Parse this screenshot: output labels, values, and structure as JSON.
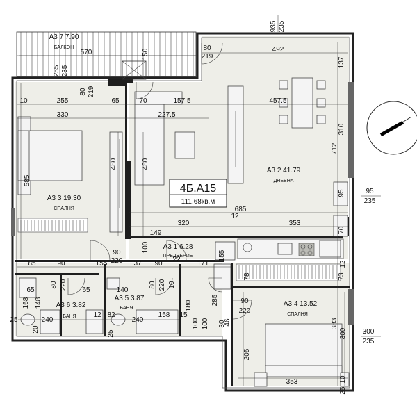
{
  "unit": {
    "id": "4Б.А15",
    "area": "111.68кв.м"
  },
  "rooms": [
    {
      "key": "balcony",
      "area": "А3 7 7.90",
      "name": "БАЛКОН"
    },
    {
      "key": "living",
      "area": "А3 2 41.79",
      "name": "ДНЕВНА"
    },
    {
      "key": "bedroom1",
      "area": "А3 3 19.30",
      "name": "СПАЛНЯ"
    },
    {
      "key": "hall",
      "area": "А3 1   6.28",
      "name": "ПРЕДВЕРИЕ"
    },
    {
      "key": "bath1",
      "area": "А3 6 3.82",
      "name": "БАНЯ"
    },
    {
      "key": "bath2",
      "area": "А3 5 3.87",
      "name": "БАНЯ"
    },
    {
      "key": "bedroom2",
      "area": "А3 4 13.52",
      "name": "СПАЛНЯ"
    }
  ],
  "dimensions": {
    "d935": "935",
    "d235a": "235",
    "d570": "570",
    "d150": "150",
    "d80a": "80",
    "d219a": "219",
    "d492": "492",
    "d137": "137",
    "d255a": "255",
    "d235b": "235",
    "d80b": "80",
    "d219b": "219",
    "d10": "10",
    "d255b": "255",
    "d65a": "65",
    "d70": "70",
    "d1575": "157.5",
    "d4575": "457.5",
    "d330": "330",
    "d2275": "227.5",
    "d310": "310",
    "d480a": "480",
    "d480b": "480",
    "d712": "712",
    "d585": "585",
    "d95a": "95",
    "d95b": "95",
    "d235c": "235",
    "d685": "685",
    "d12a": "12",
    "d320": "320",
    "d353a": "353",
    "d149": "149",
    "d100a": "100",
    "d22": "22",
    "d170": "170",
    "d90a": "90",
    "d220a": "220",
    "d85": "85",
    "d90b": "90",
    "d155": "155",
    "d37": "37",
    "d90c": "90",
    "d171": "171",
    "d155v": "155",
    "d12b": "12",
    "d78": "78",
    "d73": "73",
    "d65b": "65",
    "d80c": "80",
    "d220b": "220",
    "d65c": "65",
    "d148": "148",
    "d168": "168",
    "d140": "140",
    "d80d": "80",
    "d220c": "220",
    "d10b": "10",
    "d285": "285",
    "d90d": "90",
    "d220d": "220",
    "d180": "180",
    "d25a": "25",
    "d20": "20",
    "d240a": "240",
    "d12c": "12",
    "d82": "82",
    "d240b": "240",
    "d158": "158",
    "d15": "15",
    "d100b": "100",
    "d100c": "100",
    "d30": "30",
    "d46": "46",
    "d25b": "25",
    "d383": "383",
    "d300a": "300",
    "d300b": "300",
    "d235d": "235",
    "d205": "205",
    "d353b": "353",
    "d25c": "25",
    "d10c": "10"
  },
  "colors": {
    "wall": "#1e1e1e",
    "floor": "#eeeee8",
    "window": "#666666"
  },
  "icons": [
    "north-arrow-icon"
  ]
}
